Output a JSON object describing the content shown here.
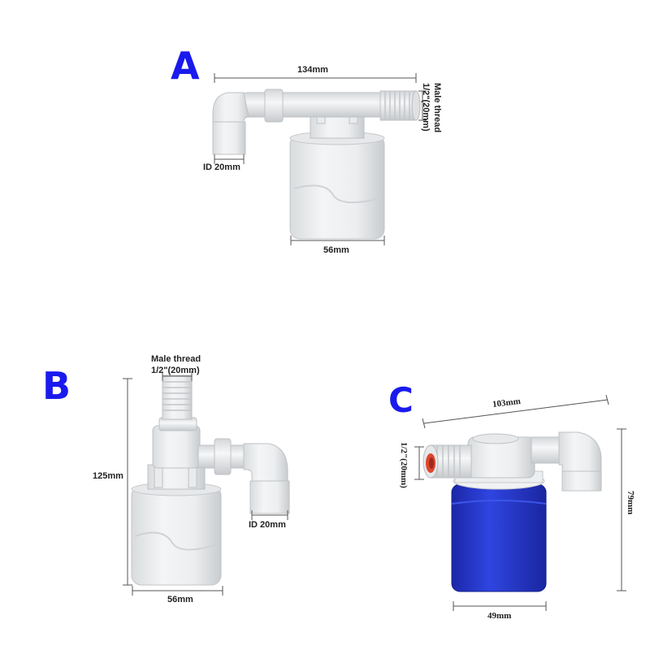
{
  "section_a": {
    "letter": "A",
    "length": "134mm",
    "thread_line1": "Male thread",
    "thread_line2": "1/2\"(20mm)",
    "inner_diameter": "ID 20mm",
    "base_width": "56mm"
  },
  "section_b": {
    "letter": "B",
    "thread_line1": "Male thread",
    "thread_line2": "1/2\"(20mm)",
    "height": "125mm",
    "inner_diameter": "ID 20mm",
    "base_width": "56mm"
  },
  "section_c": {
    "letter": "C",
    "length": "103mm",
    "thread": "1/2\"(20mm)",
    "height": "79mm",
    "base_width": "49mm"
  },
  "colors": {
    "letter_blue": "#1a1aee",
    "valve_white": "#eef0f1",
    "float_blue": "#2433c9",
    "thread_red": "#e0452f"
  }
}
